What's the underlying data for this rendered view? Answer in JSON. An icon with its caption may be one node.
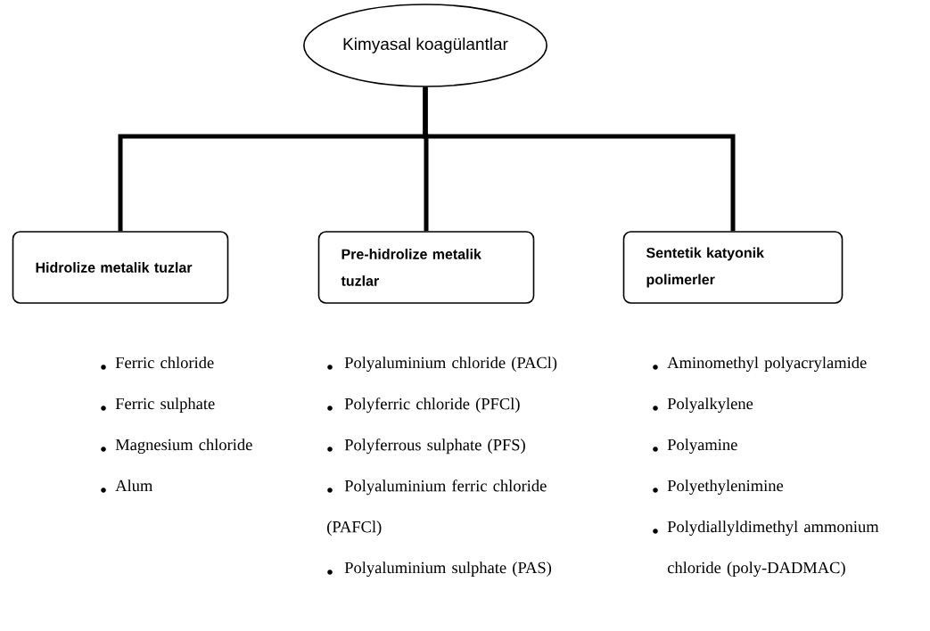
{
  "diagram": {
    "nodes": [
      {
        "text": [
          "Kimyasal koagülantlar"
        ]
      },
      {
        "text": [
          "Hidrolize metalik tuzlar"
        ]
      },
      {
        "text": [
          "Pre-hidrolize metalik tuzlar"
        ]
      },
      {
        "text": [
          "Sentetik katyonik polimerler"
        ]
      }
    ],
    "edges": [
      {
        "from": 0,
        "to": 1,
        "arrow": "none"
      },
      {
        "from": 0,
        "to": 2,
        "arrow": "none"
      },
      {
        "from": 0,
        "to": 3,
        "arrow": "none"
      }
    ],
    "labels": [
      "Ferric chloride",
      "Ferric sulphate",
      "Magnesium chloride",
      "Alum",
      "Polyaluminium chloride (PACl)",
      "Polyferric chloride (PFCl)",
      "Polyferrous sulphate (PFS)",
      "Polyaluminium ferric chloride (PAFCl)",
      "Polyaluminium sulphate (PAS)",
      "Aminomethyl polyacrylamide",
      "Polyalkylene",
      "Polyamine",
      "Polyethylenimine",
      "Polydiallyldimethyl ammonium chloride (poly-DADMAC)"
    ]
  }
}
